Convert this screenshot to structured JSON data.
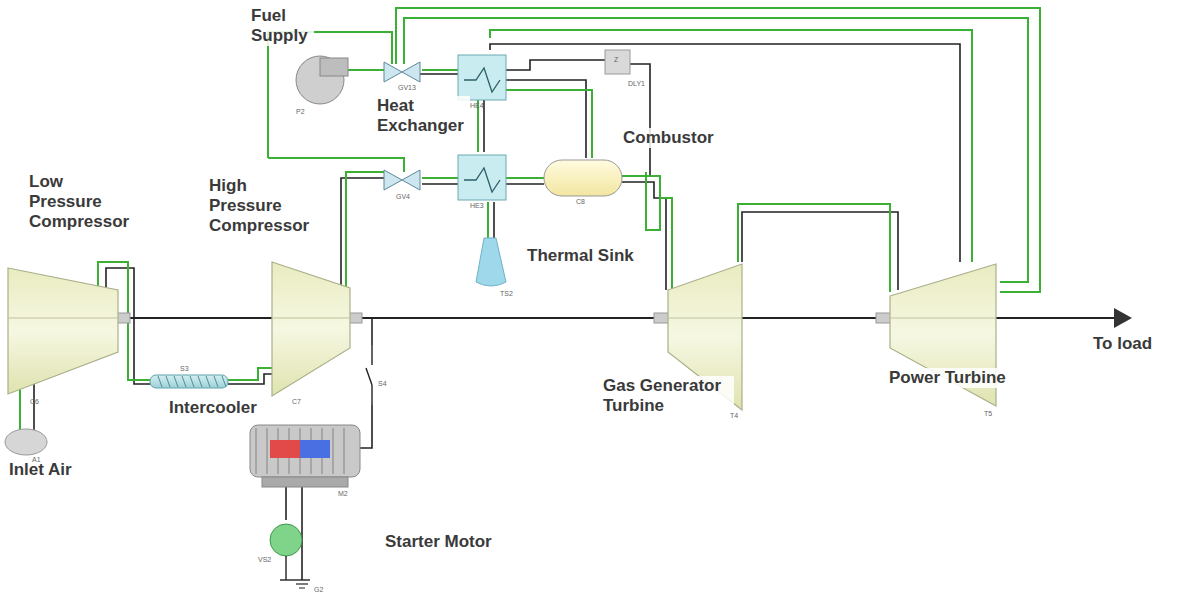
{
  "diagram": {
    "labels": [
      "Fuel Supply",
      "Heat Exchanger",
      "Combustor",
      "Low Pressure Compressor",
      "High Pressure Compressor",
      "Thermal Sink",
      "Intercooler",
      "Gas Generator Turbine",
      "Power Turbine",
      "To load",
      "Inlet Air",
      "Starter Motor",
      "P2",
      "GV13",
      "HE4",
      "DLY1",
      "GV4",
      "HE3",
      "C8",
      "TS2",
      "C6",
      "C7",
      "S3",
      "S4",
      "A1",
      "M2",
      "VS2",
      "G2",
      "T4",
      "T5",
      "Z"
    ]
  }
}
